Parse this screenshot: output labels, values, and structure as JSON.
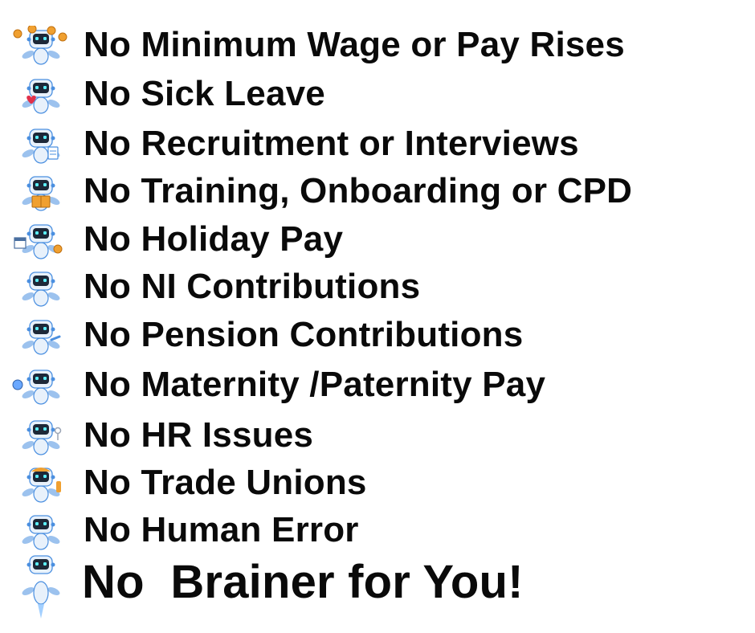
{
  "benefits": [
    {
      "label": "No Minimum Wage or Pay Rises",
      "icon": "robot-juggling-coins-icon"
    },
    {
      "label": "No Sick Leave",
      "icon": "robot-holding-heart-icon"
    },
    {
      "label": "No Recruitment or Interviews",
      "icon": "robot-holding-document-icon"
    },
    {
      "label": "No Training, Onboarding or CPD",
      "icon": "robot-reading-book-icon"
    },
    {
      "label": "No Holiday Pay",
      "icon": "robot-calendar-coin-icon"
    },
    {
      "label": "No NI Contributions",
      "icon": "robot-waving-icon"
    },
    {
      "label": "No Pension Contributions",
      "icon": "robot-pointing-icon"
    },
    {
      "label": "No Maternity /Paternity Pay",
      "icon": "robot-holding-globe-icon"
    },
    {
      "label": "No HR Issues",
      "icon": "robot-holding-key-icon"
    },
    {
      "label": "No Trade Unions",
      "icon": "robot-hard-hat-icon"
    },
    {
      "label": "No Human Error",
      "icon": "robot-flying-icon"
    }
  ],
  "tagline": {
    "label": "No  Brainer for You!",
    "icon": "robot-rocket-icon"
  },
  "colors": {
    "text": "#0a0a0a",
    "robot_body": "#e8f1fb",
    "robot_shade": "#4a8fe0",
    "robot_face": "#1d2838",
    "robot_eyes": "#5cf0ff",
    "coin": "#f0a030",
    "heart": "#e0304a"
  }
}
